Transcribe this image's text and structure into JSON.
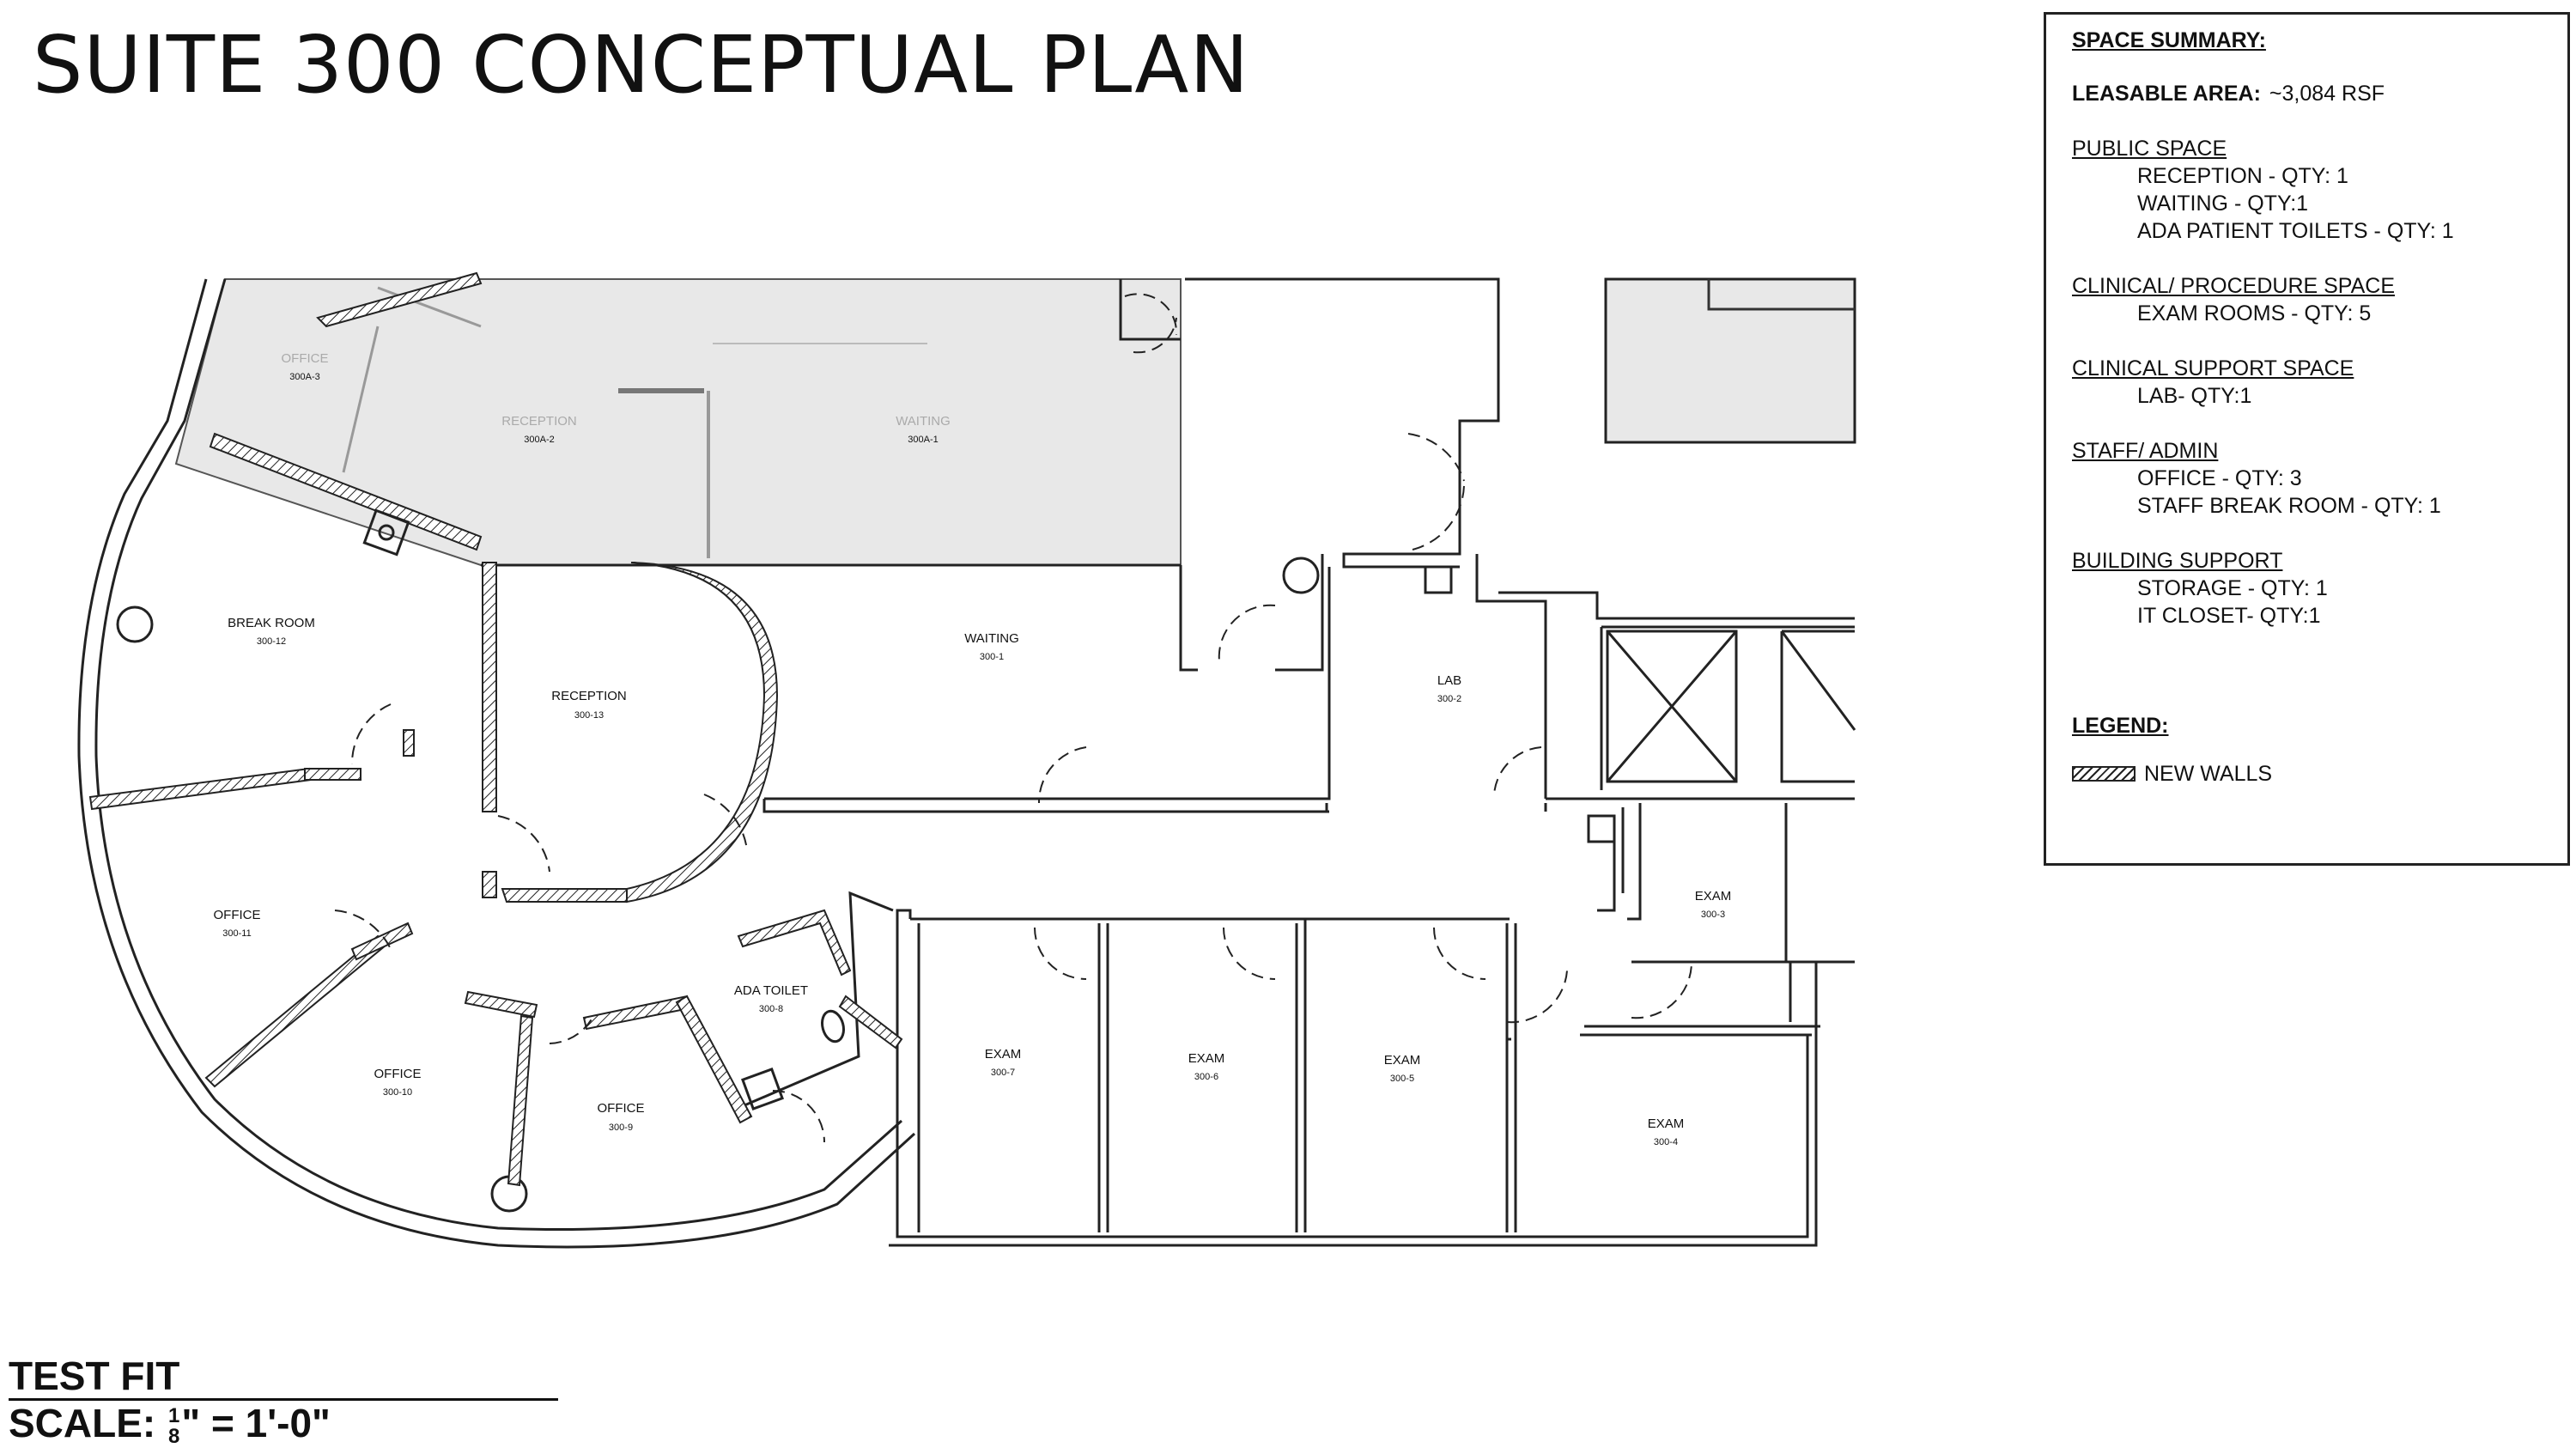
{
  "title": "SUITE 300 CONCEPTUAL PLAN",
  "summary": {
    "heading": "SPACE SUMMARY:",
    "leasable_label": "LEASABLE AREA:",
    "leasable_value": "~3,084 RSF",
    "sections": [
      {
        "name": "PUBLIC SPACE",
        "items": [
          "RECEPTION - QTY: 1",
          "WAITING - QTY:1",
          "ADA PATIENT TOILETS - QTY: 1"
        ]
      },
      {
        "name": "CLINICAL/ PROCEDURE SPACE",
        "items": [
          "EXAM ROOMS - QTY: 5"
        ]
      },
      {
        "name": "CLINICAL SUPPORT SPACE",
        "items": [
          "LAB- QTY:1"
        ]
      },
      {
        "name": "STAFF/ ADMIN",
        "items": [
          "OFFICE - QTY: 3",
          "STAFF BREAK ROOM - QTY: 1"
        ]
      },
      {
        "name": "BUILDING SUPPORT",
        "items": [
          "STORAGE - QTY: 1",
          "IT CLOSET- QTY:1"
        ]
      }
    ],
    "legend_heading": "LEGEND:",
    "legend_item": "NEW WALLS"
  },
  "footer": {
    "test_fit": "TEST FIT",
    "scale_label": "SCALE:",
    "scale_num": "1",
    "scale_den": "8",
    "scale_rest": "\" = 1'-0\""
  },
  "rooms": {
    "existing": [
      {
        "name": "OFFICE",
        "num": "300A-3"
      },
      {
        "name": "RECEPTION",
        "num": "300A-2"
      },
      {
        "name": "WAITING",
        "num": "300A-1"
      }
    ],
    "new": [
      {
        "name": "BREAK ROOM",
        "num": "300-12"
      },
      {
        "name": "RECEPTION",
        "num": "300-13"
      },
      {
        "name": "WAITING",
        "num": "300-1"
      },
      {
        "name": "LAB",
        "num": "300-2"
      },
      {
        "name": "EXAM",
        "num": "300-3"
      },
      {
        "name": "OFFICE",
        "num": "300-11"
      },
      {
        "name": "ADA TOILET",
        "num": "300-8"
      },
      {
        "name": "OFFICE",
        "num": "300-10"
      },
      {
        "name": "OFFICE",
        "num": "300-9"
      },
      {
        "name": "EXAM",
        "num": "300-7"
      },
      {
        "name": "EXAM",
        "num": "300-6"
      },
      {
        "name": "EXAM",
        "num": "300-5"
      },
      {
        "name": "EXAM",
        "num": "300-4"
      }
    ]
  }
}
